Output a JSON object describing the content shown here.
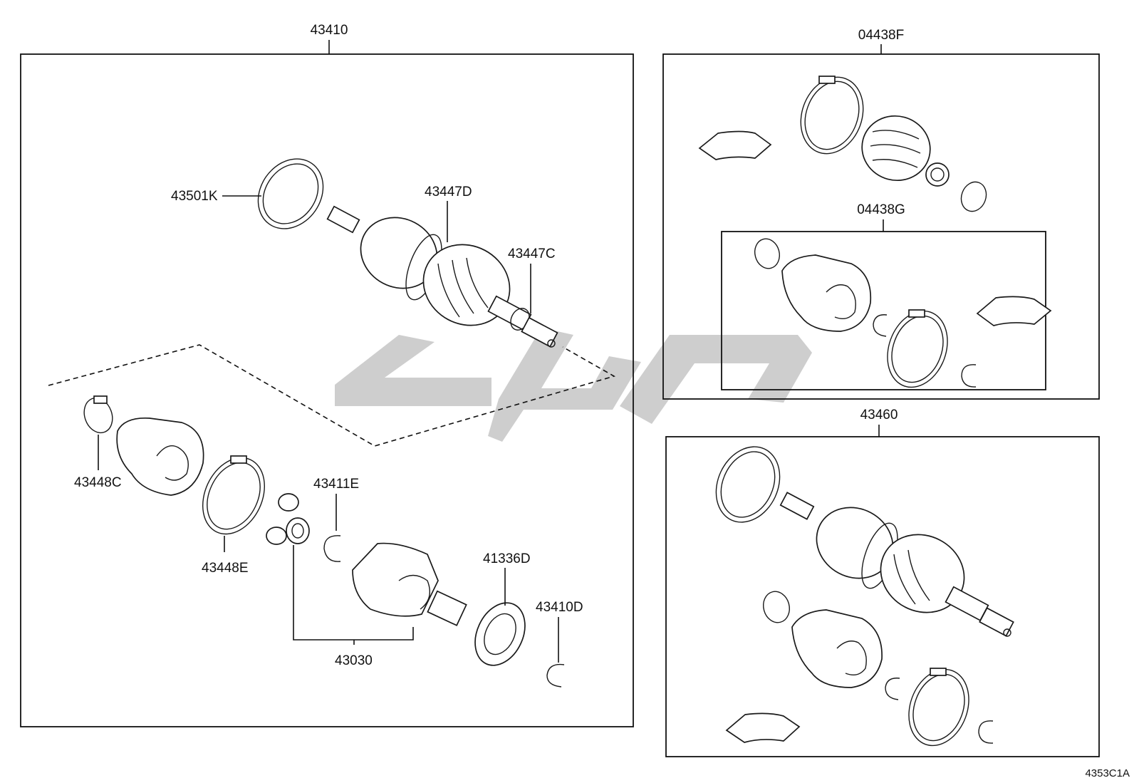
{
  "groups": [
    {
      "part_number": "43410",
      "members": [
        "43501K",
        "43447D",
        "43447C",
        "43448C",
        "43448E",
        "43411E",
        "43030",
        "41336D",
        "43410D"
      ]
    },
    {
      "part_number": "04438F",
      "members": [
        "04438G"
      ]
    },
    {
      "part_number": "43460",
      "members": []
    }
  ],
  "labels": {
    "l_43410": "43410",
    "l_43501K": "43501K",
    "l_43447D": "43447D",
    "l_43447C": "43447C",
    "l_43448C": "43448C",
    "l_43448E": "43448E",
    "l_43411E": "43411E",
    "l_43030": "43030",
    "l_41336D": "41336D",
    "l_43410D": "43410D",
    "l_04438F": "04438F",
    "l_04438G": "04438G",
    "l_43460": "43460"
  },
  "diagram_code": "4353C1A",
  "colors": {
    "line": "#111111",
    "watermark": "#bdbdbd",
    "background": "#ffffff"
  },
  "icons": [
    "drive-shaft-icon",
    "boot-icon",
    "boot-band-icon",
    "snap-ring-icon",
    "tripod-joint-icon",
    "inboard-joint-icon",
    "dust-cover-icon",
    "grease-pack-icon",
    "watermark-logo"
  ]
}
